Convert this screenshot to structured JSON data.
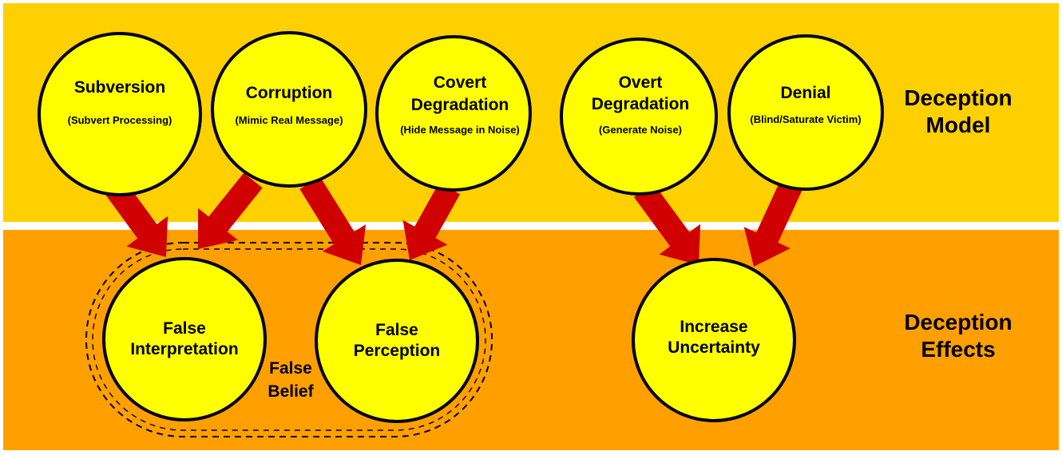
{
  "colors": {
    "model_band": "#FFD000",
    "effects_band": "#FFA000",
    "node_fill": "#FFFF00",
    "node_stroke": "#000000",
    "arrow": "#D00000"
  },
  "bands": {
    "model": {
      "line1": "Deception",
      "line2": "Model"
    },
    "effects": {
      "line1": "Deception",
      "line2": "Effects"
    }
  },
  "model_nodes": [
    {
      "id": "subversion",
      "title": [
        "Subversion"
      ],
      "subtitle": "(Subvert Processing)"
    },
    {
      "id": "corruption",
      "title": [
        "Corruption"
      ],
      "subtitle": "(Mimic Real Message)"
    },
    {
      "id": "covert",
      "title": [
        "Covert",
        "Degradation"
      ],
      "subtitle": "(Hide Message in Noise)"
    },
    {
      "id": "overt",
      "title": [
        "Overt",
        "Degradation"
      ],
      "subtitle": "(Generate Noise)"
    },
    {
      "id": "denial",
      "title": [
        "Denial"
      ],
      "subtitle": "(Blind/Saturate Victim)"
    }
  ],
  "effect_nodes": [
    {
      "id": "false-interpretation",
      "title": [
        "False",
        "Interpretation"
      ]
    },
    {
      "id": "false-perception",
      "title": [
        "False",
        "Perception"
      ]
    },
    {
      "id": "increase-uncertainty",
      "title": [
        "Increase",
        "Uncertainty"
      ]
    }
  ],
  "group": {
    "line1": "False",
    "line2": "Belief",
    "members": [
      "false-interpretation",
      "false-perception"
    ]
  },
  "edges": [
    {
      "from": "subversion",
      "to": "false-interpretation"
    },
    {
      "from": "corruption",
      "to": "false-interpretation"
    },
    {
      "from": "corruption",
      "to": "false-perception"
    },
    {
      "from": "covert",
      "to": "false-perception"
    },
    {
      "from": "overt",
      "to": "increase-uncertainty"
    },
    {
      "from": "denial",
      "to": "increase-uncertainty"
    }
  ]
}
